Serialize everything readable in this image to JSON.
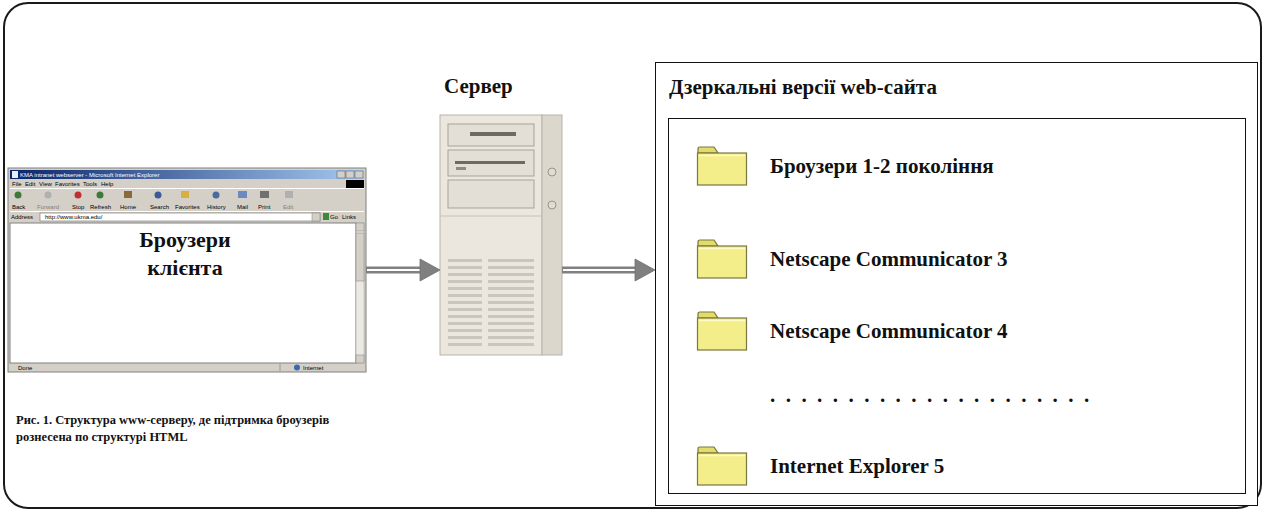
{
  "diagram": {
    "caption": "Рис. 1. Структура www-серверу, де підтримка броузерів рознесена по структурі HTML",
    "nodes": [
      {
        "text": [
          "Броузери клієнта"
        ]
      },
      {
        "text": [
          "Сервер"
        ]
      },
      {
        "text": [
          "Дзеркальні версії web-сайта"
        ]
      },
      {
        "text": [
          "Броузери 1-2 покоління"
        ],
        "in": 2
      },
      {
        "text": [
          "Netscape Communicator 3"
        ],
        "in": 2
      },
      {
        "text": [
          "Netscape Communicator 4"
        ],
        "in": 2
      },
      {
        "text": [
          "Internet Explorer 5"
        ],
        "in": 2
      }
    ],
    "edges": [
      {
        "from": 0,
        "to": 1,
        "arrow": "to"
      },
      {
        "from": 1,
        "to": 2,
        "arrow": "to"
      }
    ],
    "labels": [
      "KMA intranet webserver - Microsoft Internet Explorer",
      "File",
      "Edit",
      "View",
      "Favorites",
      "Tools",
      "Help",
      "Back",
      "Forward",
      "Stop",
      "Refresh",
      "Home",
      "Search",
      "Favorites",
      "History",
      "Mail",
      "Print",
      "Edit",
      "Address",
      "http://www.ukma.edu/",
      "Go",
      "Links",
      "Done",
      "Internet",
      ". . . . . . . . . . . . . . . . . . . . ."
    ]
  }
}
